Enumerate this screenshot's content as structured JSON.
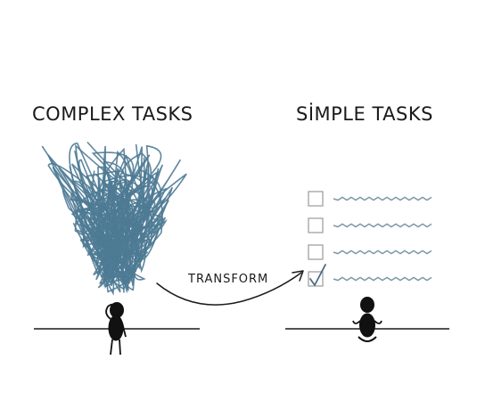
{
  "left_panel": {
    "title": "COMPLEX TASKS"
  },
  "right_panel": {
    "title": "SİMPLE TASKS",
    "checklist": [
      {
        "checked": false
      },
      {
        "checked": false
      },
      {
        "checked": false
      },
      {
        "checked": true
      }
    ]
  },
  "arrow": {
    "label": "TRANSFORM"
  },
  "colors": {
    "tangle": "#4e7a93",
    "ink": "#1a1a1a",
    "checkbox": "#9a9a9a",
    "scribble": "#7d98a8",
    "check_mark": "#4a6d80"
  }
}
